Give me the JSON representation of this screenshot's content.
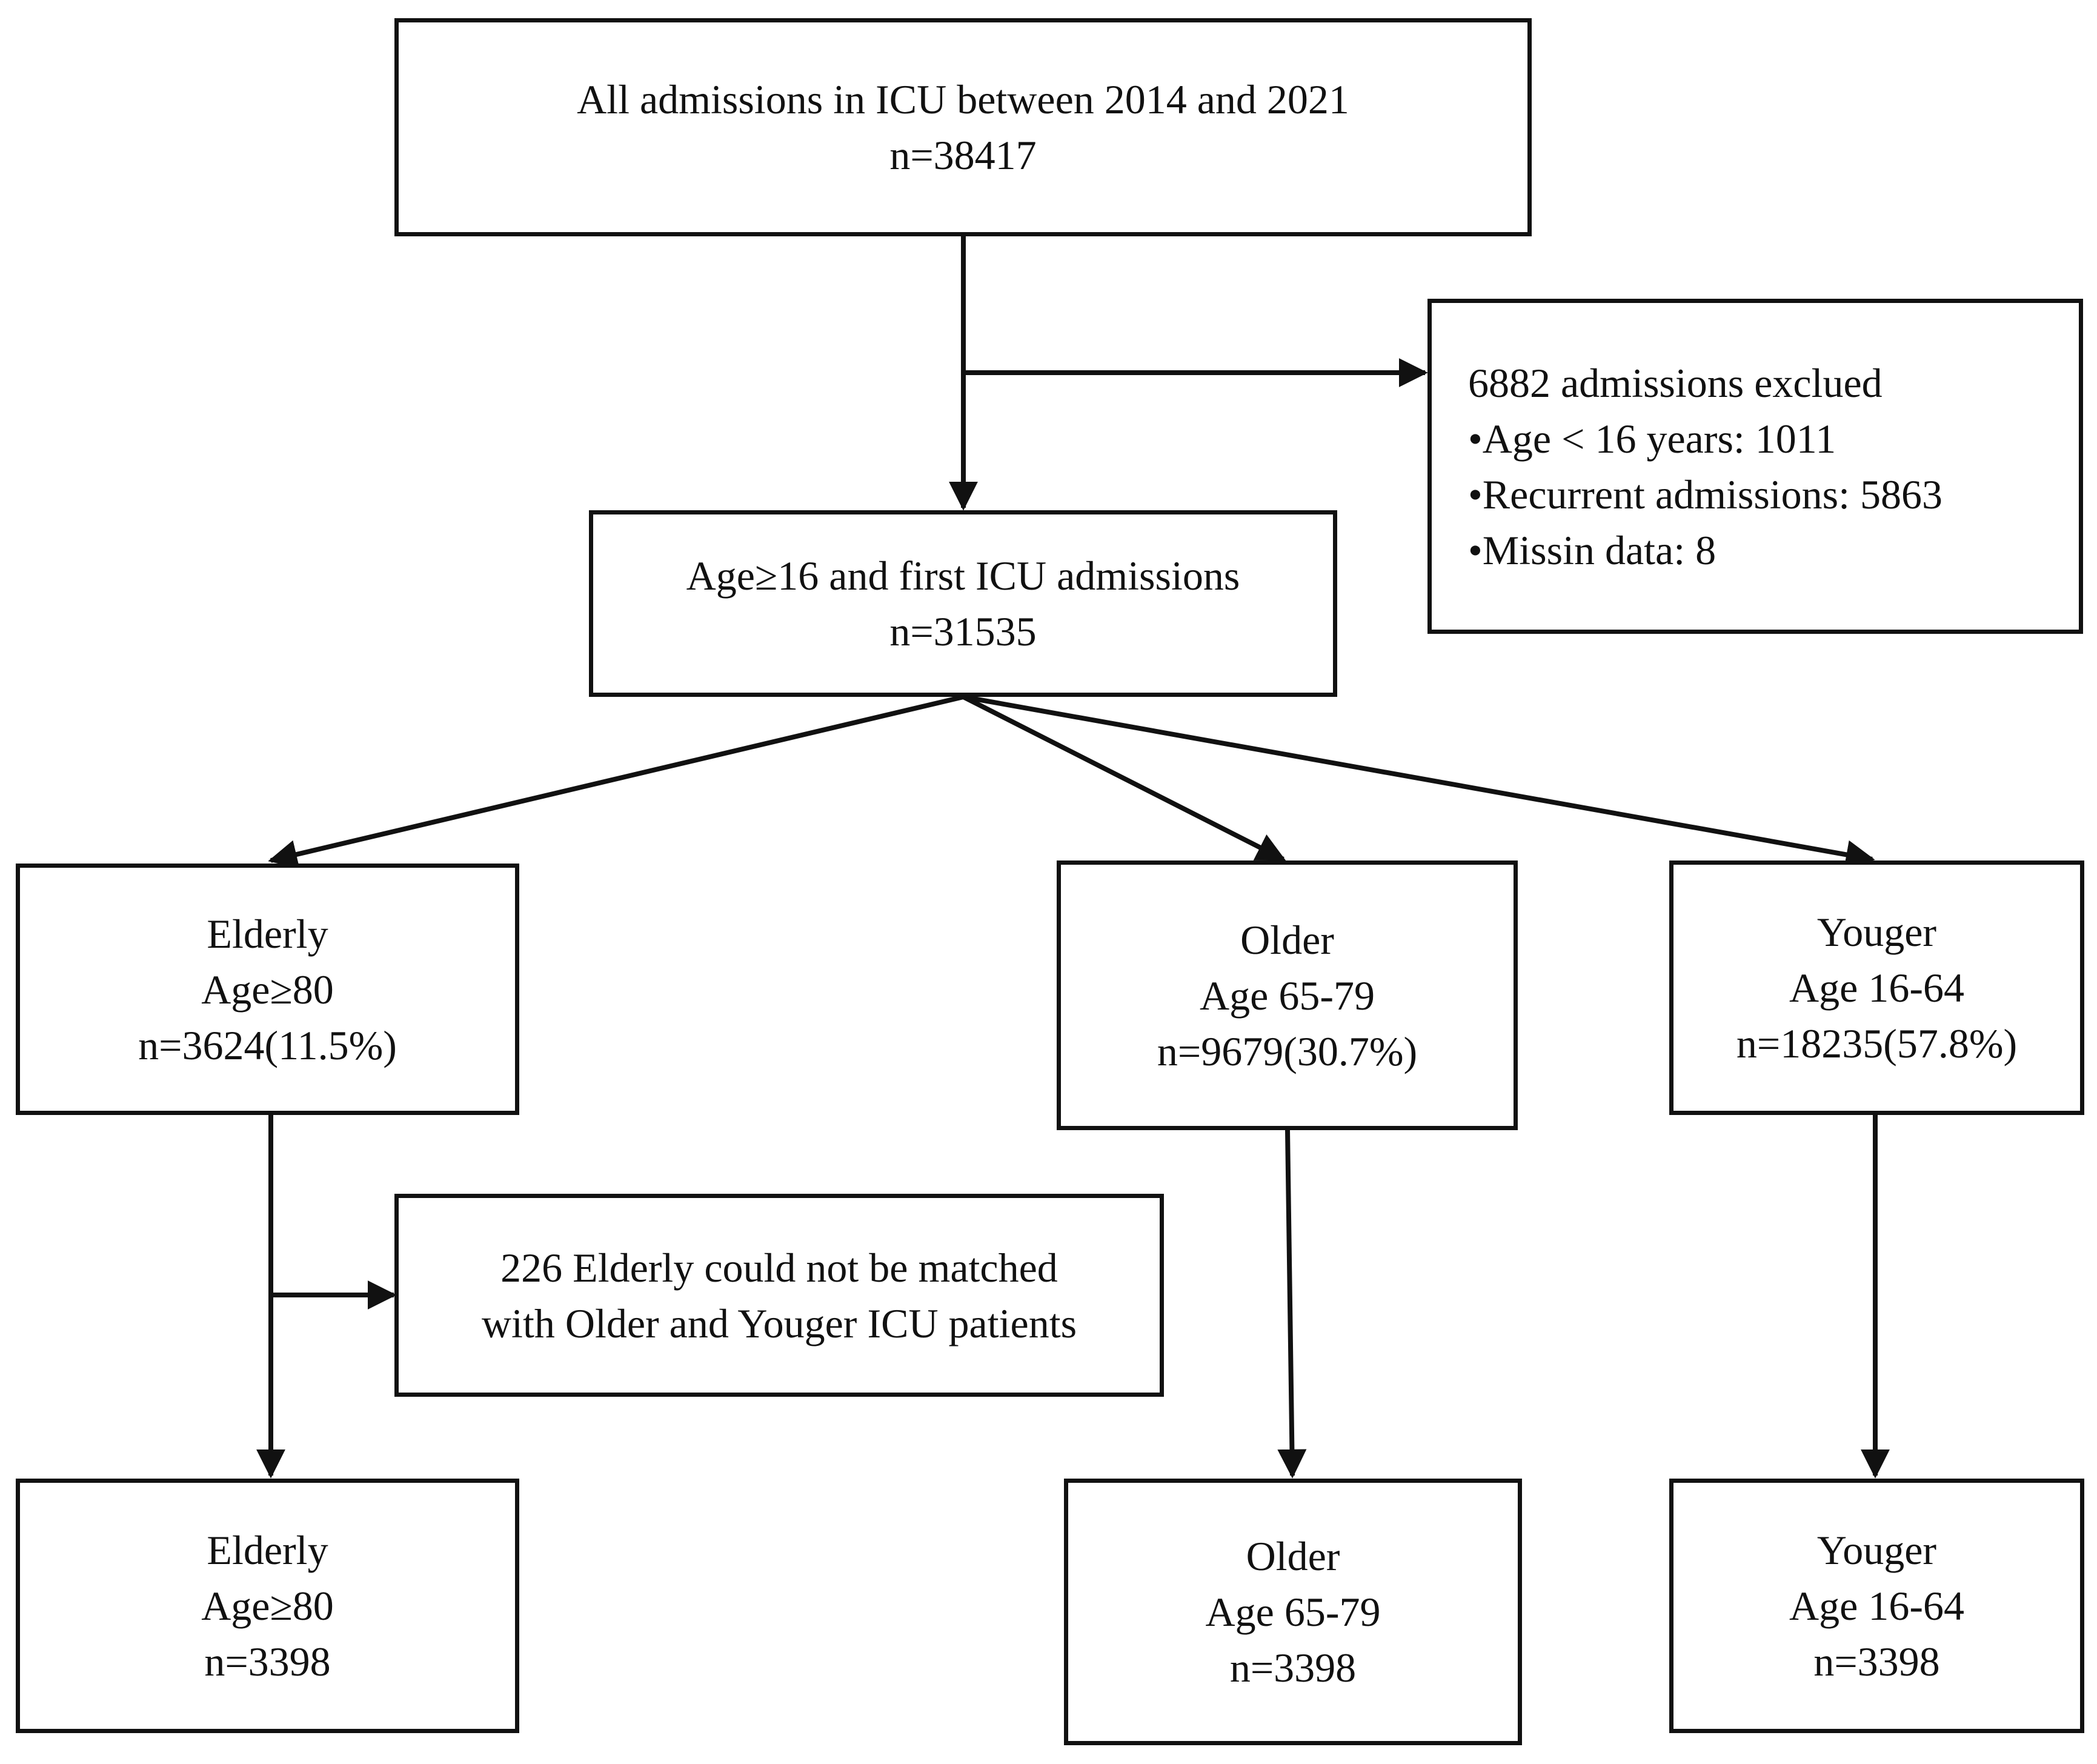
{
  "colors": {
    "line": "#111111",
    "background": "#ffffff"
  },
  "start": {
    "line1": "All admissions in ICU  between 2014  and 2021",
    "line2": "n=38417"
  },
  "exclusion": {
    "title": "6882  admissions exclued",
    "items": [
      "•Age < 16 years: 1011",
      "•Recurrent admissions: 5863",
      "•Missin data: 8"
    ]
  },
  "eligible": {
    "line1": "Age≥16 and first ICU  admissions",
    "line2": "n=31535"
  },
  "groups": {
    "elderly": {
      "name": "Elderly",
      "age": "Age≥80",
      "n": "n=3624(11.5%)"
    },
    "older": {
      "name": "Older",
      "age": "Age 65-79",
      "n": "n=9679(30.7%)"
    },
    "younger": {
      "name": "Youger",
      "age": "Age 16-64",
      "n": "n=18235(57.8%)"
    }
  },
  "unmatched": {
    "line1": "226 Elderly  could not be matched",
    "line2": "with Older and Youger ICU  patients"
  },
  "matched": {
    "elderly": {
      "name": "Elderly",
      "age": "Age≥80",
      "n": "n=3398"
    },
    "older": {
      "name": "Older",
      "age": "Age 65-79",
      "n": "n=3398"
    },
    "younger": {
      "name": "Youger",
      "age": "Age 16-64",
      "n": "n=3398"
    }
  }
}
